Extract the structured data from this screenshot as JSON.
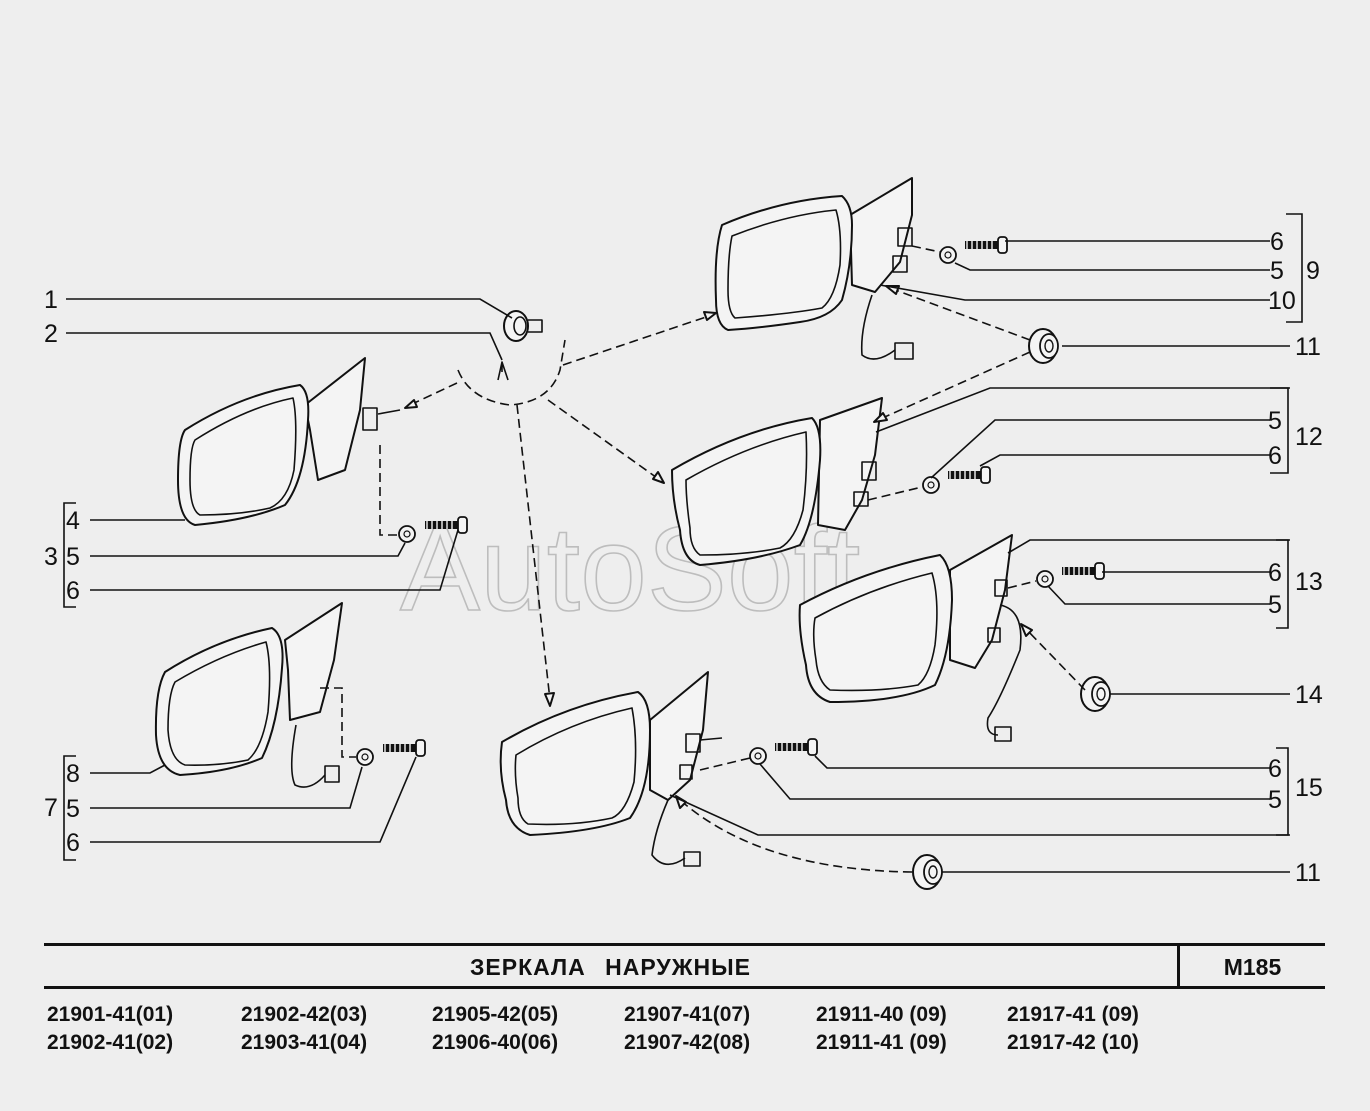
{
  "watermark": "AutoSoft",
  "title": "ЗЕРКАЛА   НАРУЖНЫЕ",
  "code": "M185",
  "callouts": {
    "c1": "1",
    "c2": "2",
    "c3": "3",
    "c4": "4",
    "c5a": "5",
    "c6a": "6",
    "c7": "7",
    "c8": "8",
    "c5b": "5",
    "c6b": "6",
    "c6c": "6",
    "c5c": "5",
    "c9": "9",
    "c10": "10",
    "c11a": "11",
    "c5d": "5",
    "c12": "12",
    "c6d": "6",
    "c6e": "6",
    "c13": "13",
    "c5e": "5",
    "c14": "14",
    "c6f": "6",
    "c15": "15",
    "c5f": "5",
    "c11b": "11"
  },
  "models": [
    [
      "21901-41(01)",
      "21902-41(02)"
    ],
    [
      "21902-42(03)",
      "21903-41(04)"
    ],
    [
      "21905-42(05)",
      "21906-40(06)"
    ],
    [
      "21907-41(07)",
      "21907-42(08)"
    ],
    [
      "21911-40 (09)",
      "21911-41 (09)"
    ],
    [
      "21917-41 (09)",
      "21917-42 (10)"
    ]
  ]
}
